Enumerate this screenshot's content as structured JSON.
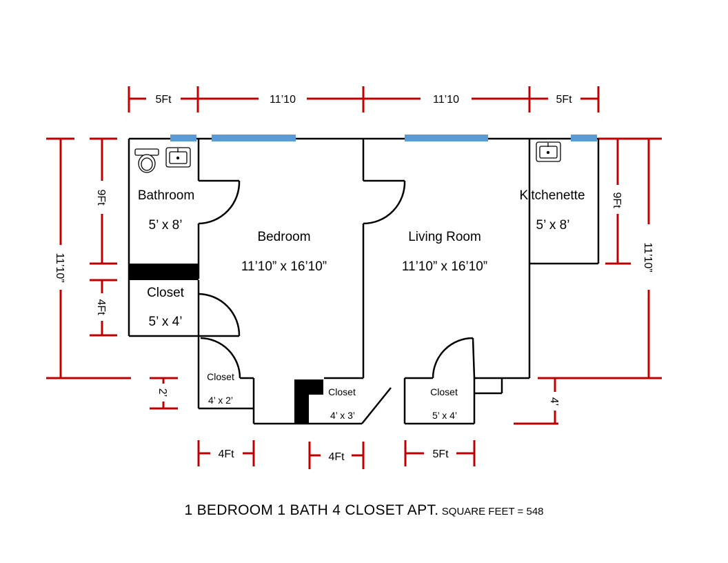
{
  "colors": {
    "dimension": "#c00000",
    "wall": "#000000",
    "window": "#5b9bd5"
  },
  "rooms": {
    "bathroom": {
      "name": "Bathroom",
      "size": "5’ x 8’"
    },
    "closet_main": {
      "name": "Closet",
      "size": "5’ x 4’"
    },
    "bedroom": {
      "name": "Bedroom",
      "size": "11’10” x 16’10”"
    },
    "living": {
      "name": "Living Room",
      "size": "11’10” x 16’10”"
    },
    "kitchenette": {
      "name": "Kitchenette",
      "size": "5’ x 8’"
    },
    "closet_a": {
      "name": "Closet",
      "size": "4’ x 2’"
    },
    "closet_b": {
      "name": "Closet",
      "size": "4’ x 3’"
    },
    "closet_c": {
      "name": "Closet",
      "size": "5’ x 4’"
    }
  },
  "dimensions": {
    "top": [
      "5Ft",
      "11’10",
      "11’10",
      "5Ft"
    ],
    "left_outer": "11’10”",
    "left_bath": "9Ft",
    "left_closet": "4Ft",
    "left_small": "2’",
    "right_outer": "11’10”",
    "right_kitchen": "9Ft",
    "right_small": "4’",
    "bottom": [
      "4Ft",
      "4Ft",
      "5Ft"
    ]
  },
  "fixtures": [
    "toilet-icon",
    "sink-icon",
    "sink-icon"
  ],
  "caption": {
    "main": "1 BEDROOM 1 BATH 4 CLOSET APT.",
    "sub": "SQUARE FEET = 548"
  }
}
